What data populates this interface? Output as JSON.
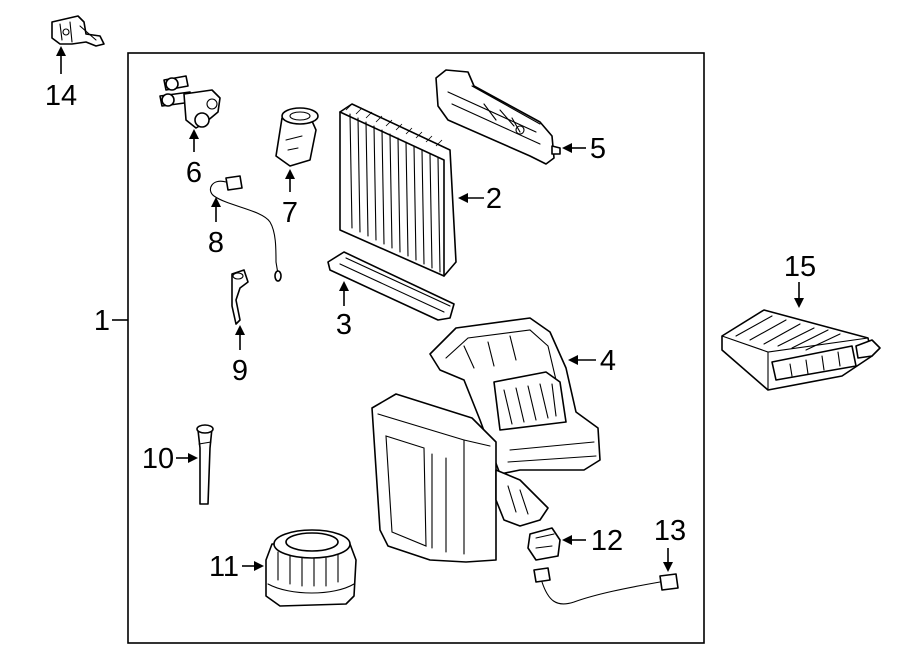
{
  "callouts": {
    "c1": "1",
    "c2": "2",
    "c3": "3",
    "c4": "4",
    "c5": "5",
    "c6": "6",
    "c7": "7",
    "c8": "8",
    "c9": "9",
    "c10": "10",
    "c11": "11",
    "c12": "12",
    "c13": "13",
    "c14": "14",
    "c15": "15"
  },
  "icons": [
    "bracket-icon",
    "valve-icon",
    "thermistor-icon",
    "evaporator-core-icon",
    "hose-icon",
    "seal-icon",
    "filter-housing-icon",
    "heater-core-icon",
    "drain-hose-icon",
    "blower-motor-icon",
    "resistor-icon",
    "wire-harness-icon",
    "damper-actuator-icon",
    "hvac-case-icon"
  ],
  "colors": {
    "line": "#000000",
    "background": "#ffffff"
  }
}
